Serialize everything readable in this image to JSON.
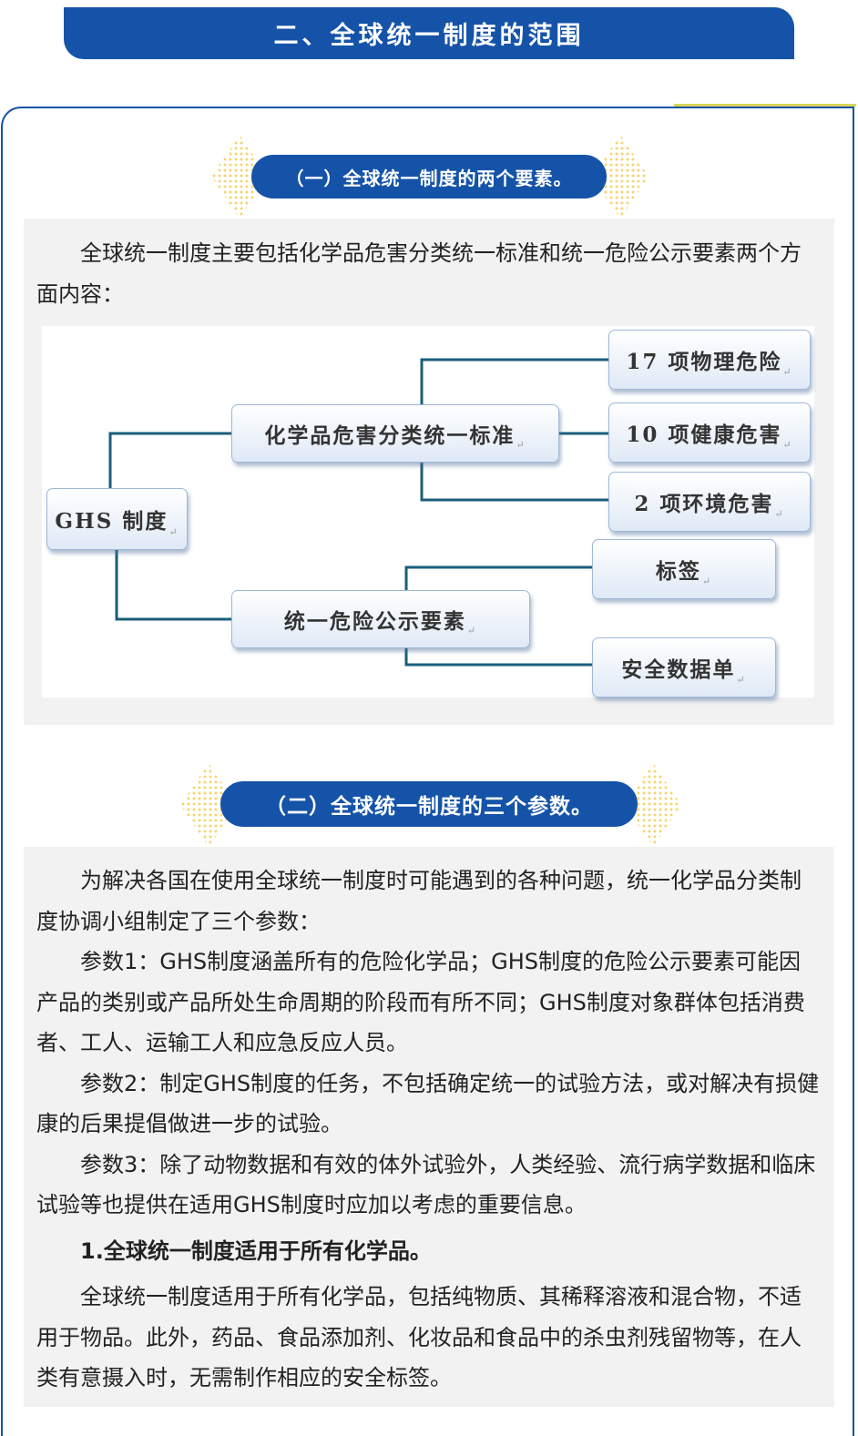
{
  "banner": {
    "title": "二、全球统一制度的范围"
  },
  "section1": {
    "title": "（一）全球统一制度的两个要素。",
    "intro": "全球统一制度主要包括化学品危害分类统一标准和统一危险公示要素两个方面内容：",
    "diagram": {
      "root": "GHS 制度",
      "branch1": "化学品危害分类统一标准",
      "branch2": "统一危险公示要素",
      "leaf1": "17 项物理危险",
      "leaf2": "10 项健康危害",
      "leaf3": "2 项环境危害",
      "leaf4": "标签",
      "leaf5": "安全数据单",
      "mark": "↵"
    }
  },
  "section2": {
    "title": "（二）全球统一制度的三个参数。",
    "intro": "为解决各国在使用全球统一制度时可能遇到的各种问题，统一化学品分类制度协调小组制定了三个参数：",
    "param1": "参数1：GHS制度涵盖所有的危险化学品；GHS制度的危险公示要素可能因产品的类别或产品所处生命周期的阶段而有所不同；GHS制度对象群体包括消费者、工人、运输工人和应急反应人员。",
    "param2": "参数2：制定GHS制度的任务，不包括确定统一的试验方法，或对解决有损健康的后果提倡做进一步的试验。",
    "param3": "参数3：除了动物数据和有效的体外试验外，人类经验、流行病学数据和临床试验等也提供在适用GHS制度时应加以考虑的重要信息。",
    "subheading": "1.全球统一制度适用于所有化学品。",
    "subtext": "全球统一制度适用于所有化学品，包括纯物质、其稀释溶液和混合物，不适用于物品。此外，药品、食品添加剂、化妆品和食品中的杀虫剂残留物等，在人类有意摄入时，无需制作相应的安全标签。"
  },
  "colors": {
    "accent": "#1553a8",
    "connector": "#1a5e7a",
    "dots": "#f2c94c"
  }
}
